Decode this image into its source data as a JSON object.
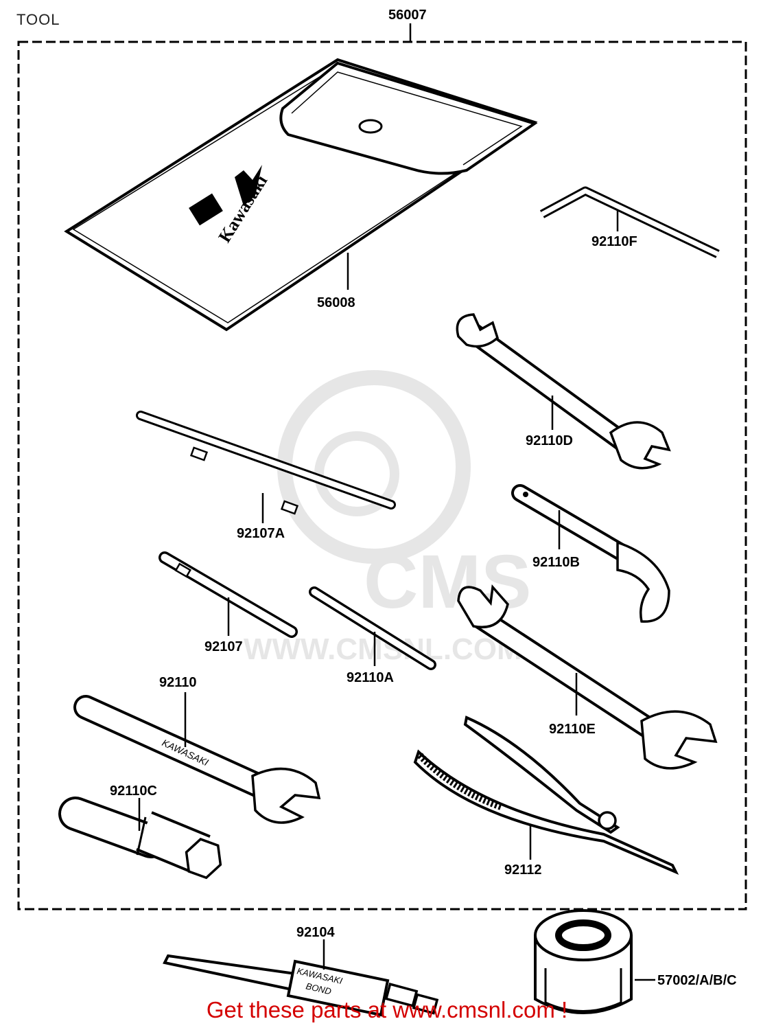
{
  "page": {
    "title": "TOOL"
  },
  "assembly": {
    "part_no": "56007"
  },
  "parts": [
    {
      "id": "case",
      "part_no": "56008"
    },
    {
      "id": "hex-wrench",
      "part_no": "92110F"
    },
    {
      "id": "wrench-d",
      "part_no": "92110D"
    },
    {
      "id": "screwdriver-handle",
      "part_no": "92107A"
    },
    {
      "id": "hook-wrench",
      "part_no": "92110B"
    },
    {
      "id": "screwdriver",
      "part_no": "92107"
    },
    {
      "id": "flat-bar",
      "part_no": "92110A"
    },
    {
      "id": "wrench-e",
      "part_no": "92110E"
    },
    {
      "id": "wrench",
      "part_no": "92110"
    },
    {
      "id": "plug-socket",
      "part_no": "92110C"
    },
    {
      "id": "pliers",
      "part_no": "92112"
    },
    {
      "id": "grease-tube",
      "part_no": "92104"
    },
    {
      "id": "filter-can",
      "part_no": "57002/A/B/C"
    }
  ],
  "artwork": {
    "case_logo": "Kawasaki",
    "tube_text": [
      "KAWASAKI",
      "BOND"
    ],
    "wrench_text": "KAWASAKI"
  },
  "watermark": {
    "brand": "CMS",
    "url": "WWW.CMSNL.COM"
  },
  "footer": {
    "link_text": "Get these parts at www.cmsnl.com !"
  },
  "colors": {
    "line": "#000000",
    "watermark": "#e6e6e6",
    "link": "#d40000"
  }
}
